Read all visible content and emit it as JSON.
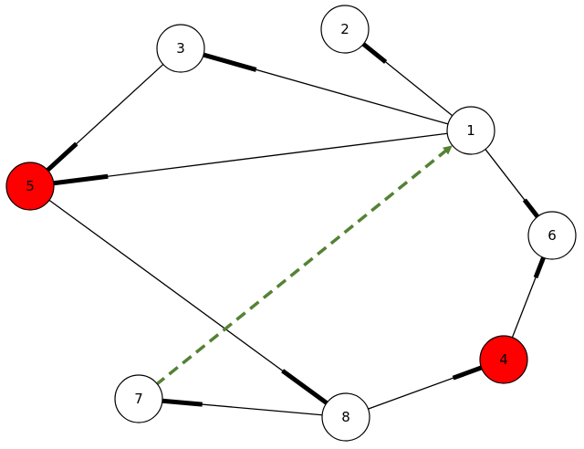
{
  "graph": {
    "nodes": [
      {
        "id": "1",
        "label": "1",
        "fill": "#ffffff",
        "highlighted": false
      },
      {
        "id": "2",
        "label": "2",
        "fill": "#ffffff",
        "highlighted": false
      },
      {
        "id": "3",
        "label": "3",
        "fill": "#ffffff",
        "highlighted": false
      },
      {
        "id": "4",
        "label": "4",
        "fill": "#ff0000",
        "highlighted": true
      },
      {
        "id": "5",
        "label": "5",
        "fill": "#ff0000",
        "highlighted": true
      },
      {
        "id": "6",
        "label": "6",
        "fill": "#ffffff",
        "highlighted": false
      },
      {
        "id": "7",
        "label": "7",
        "fill": "#ffffff",
        "highlighted": false
      },
      {
        "id": "8",
        "label": "8",
        "fill": "#ffffff",
        "highlighted": false
      }
    ],
    "edges": [
      {
        "source": "1",
        "target": "2"
      },
      {
        "source": "1",
        "target": "3"
      },
      {
        "source": "1",
        "target": "5"
      },
      {
        "source": "1",
        "target": "6"
      },
      {
        "source": "3",
        "target": "5"
      },
      {
        "source": "5",
        "target": "8"
      },
      {
        "source": "8",
        "target": "7"
      },
      {
        "source": "8",
        "target": "4"
      },
      {
        "source": "4",
        "target": "6"
      }
    ],
    "arrow": {
      "source": "7",
      "target": "1",
      "style": "dashed",
      "color": "#548235"
    },
    "colors": {
      "highlight": "#ff0000",
      "edge": "#000000",
      "node_stroke": "#000000"
    }
  }
}
